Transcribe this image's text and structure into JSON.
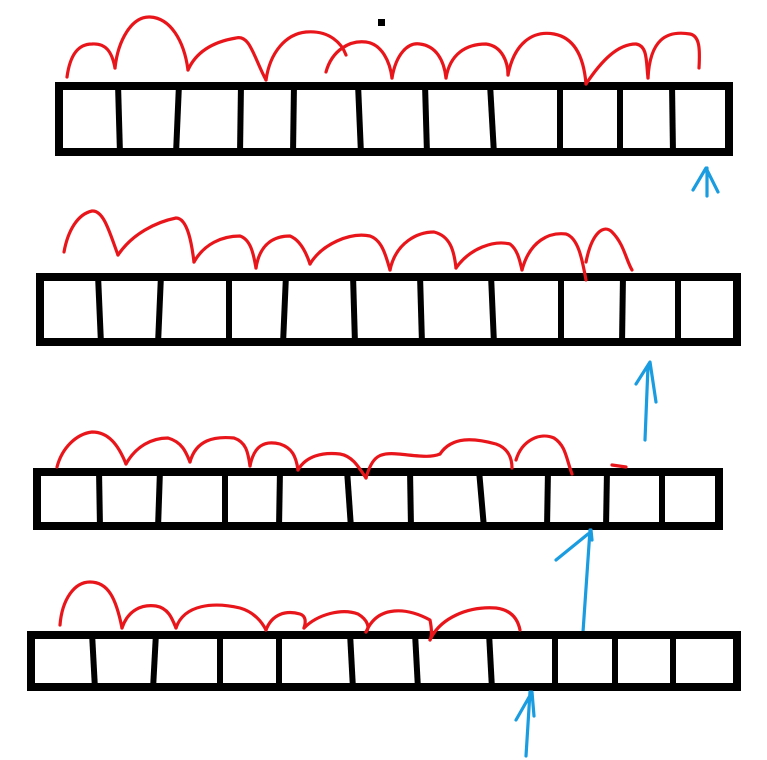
{
  "colors": {
    "cell_outline": "#000000",
    "hop_arcs": "#e8161b",
    "pointer_arrows": "#1a9ce0"
  },
  "strips": [
    {
      "name": "strip-1",
      "cells": 11,
      "hops": 10
    },
    {
      "name": "strip-2",
      "cells": 11,
      "hops": 9
    },
    {
      "name": "strip-3",
      "cells": 11,
      "hops": 9
    },
    {
      "name": "strip-4",
      "cells": 11,
      "hops": 7
    }
  ],
  "stray_marks": [
    {
      "name": "ink-dot",
      "color": "#000000"
    }
  ]
}
